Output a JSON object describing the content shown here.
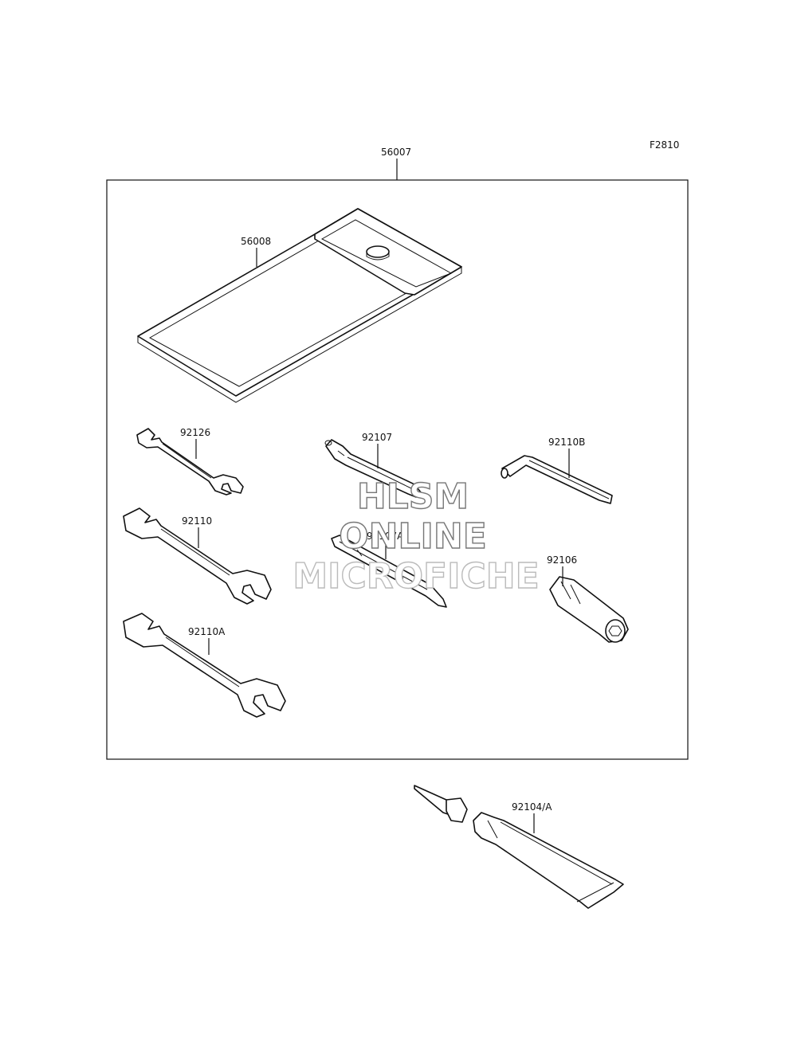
{
  "figure_code": "F2810",
  "callouts": {
    "kit": "56007",
    "pouch": "56008",
    "wrench_small": "92126",
    "wrench_medium": "92110",
    "wrench_large": "92110A",
    "screwdriver_grip": "92107",
    "screwdriver_bit": "92107A",
    "hex_wrench": "92110B",
    "socket_wrench": "92106",
    "grease_tube": "92104/A"
  },
  "watermark": {
    "line1": "HLSM",
    "line2": "ONLINE",
    "line3": "MICROFICHE"
  }
}
